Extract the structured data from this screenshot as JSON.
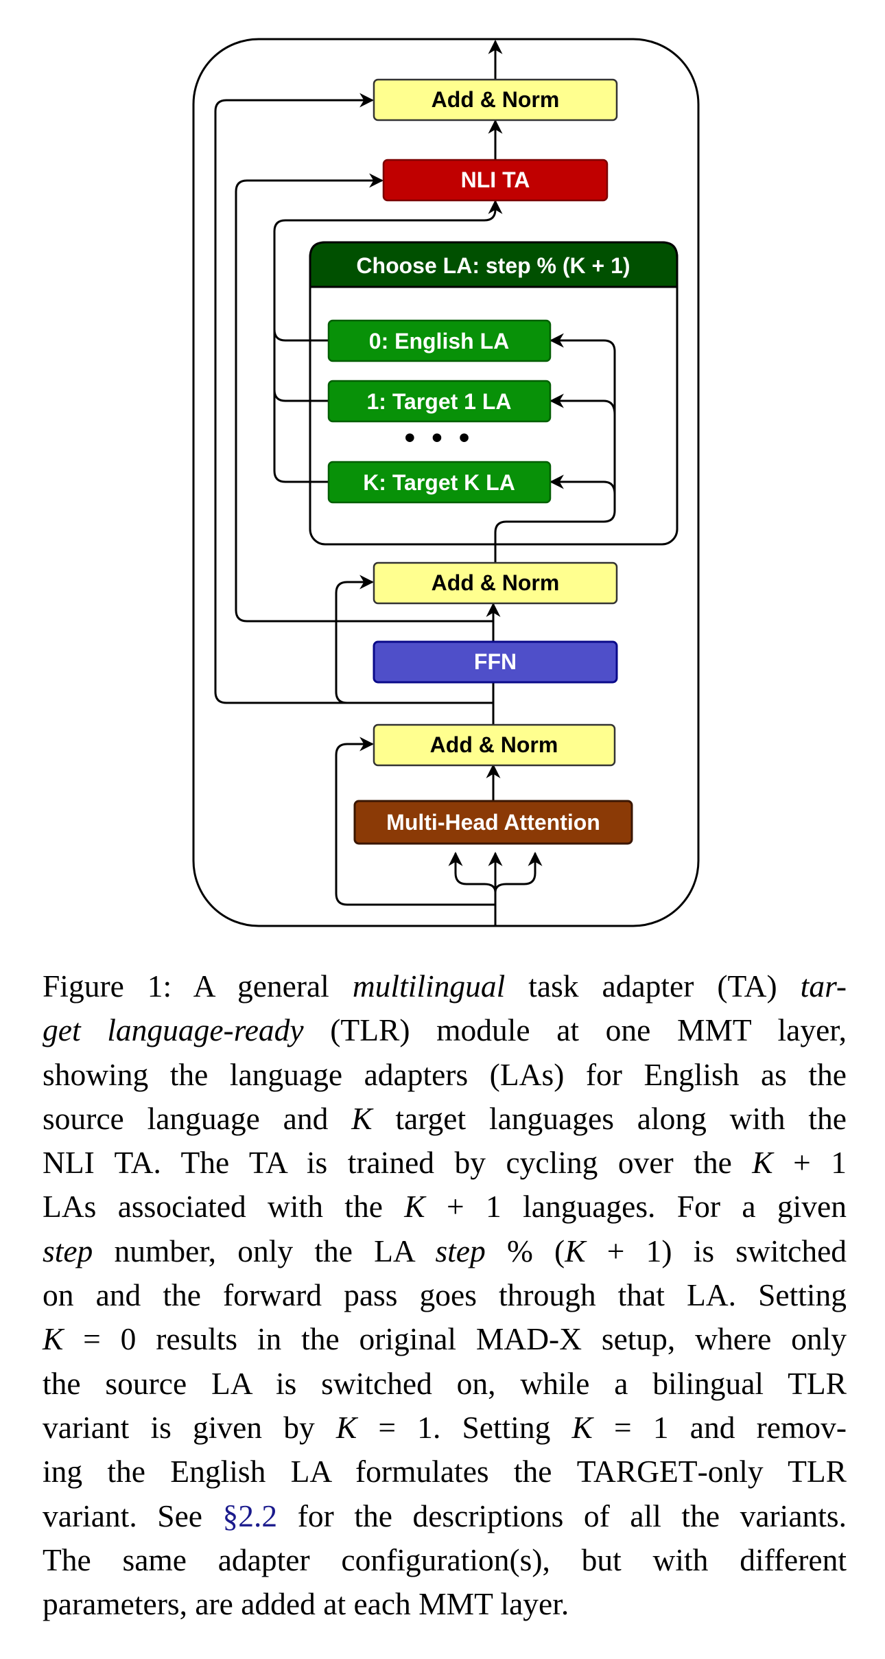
{
  "figure": {
    "boxes": {
      "add_norm_top": "Add & Norm",
      "nli_ta": "NLI TA",
      "choose_la": "Choose LA: step % (K + 1)",
      "la_0": "0: English LA",
      "la_1": "1: Target 1 LA",
      "ellipsis": "• • •",
      "la_k": "K: Target K LA",
      "add_norm_mid": "Add & Norm",
      "ffn": "FFN",
      "add_norm_bottom": "Add & Norm",
      "mha": "Multi-Head Attention"
    },
    "colors": {
      "add_norm_fill": "#FFFF8F",
      "nli_fill": "#C00000",
      "choose_header_fill": "#005000",
      "la_fill": "#089108",
      "ffn_fill": "#4F4FC9",
      "mha_fill": "#8B3A06"
    }
  },
  "caption": {
    "l1": {
      "a": "Figure 1: A general ",
      "b": "multilingual",
      "c": " task adapter (TA) ",
      "d": "tar-"
    },
    "l2": {
      "a": "get language-ready",
      "b": " (TLR) module at one MMT layer,"
    },
    "l3": "showing the language adapters (LAs) for English as the",
    "l4": {
      "a": "source language and ",
      "k": "K",
      "b": " target languages along with the"
    },
    "l5": {
      "a": "NLI TA. The TA is trained by cycling over the ",
      "k": "K",
      "op": " + 1"
    },
    "l6": {
      "a": "LAs associated with the ",
      "k": "K",
      "op": " + 1",
      "b": " languages. For a given"
    },
    "l7": {
      "a": "step",
      "b": " number, only the LA ",
      "c": "step",
      "pct": " % (",
      "k": "K",
      "op": " + 1)",
      "d": " is switched"
    },
    "l8": "on and the forward pass goes through that LA. Setting",
    "l9": {
      "k": "K",
      "eq": " = 0",
      "a": " results in the original ",
      "sc": "MAD-X",
      "b": " setup, where only"
    },
    "l10": "the source LA is switched on, while a bilingual TLR",
    "l11": {
      "a": "variant is given by ",
      "k": "K",
      "eq": " = 1",
      "b": ". Setting ",
      "k2": "K",
      "eq2": " = 1",
      "c": " and remov-"
    },
    "l12": {
      "a": "ing the English LA formulates the ",
      "sc": "TARGET",
      "b": "-only TLR"
    },
    "l13": {
      "a": "variant. See ",
      "ref": "§2.2",
      "b": " for the descriptions of all the variants."
    },
    "l14": "The same adapter configuration(s), but with different",
    "l15": "parameters, are added at each MMT layer."
  }
}
